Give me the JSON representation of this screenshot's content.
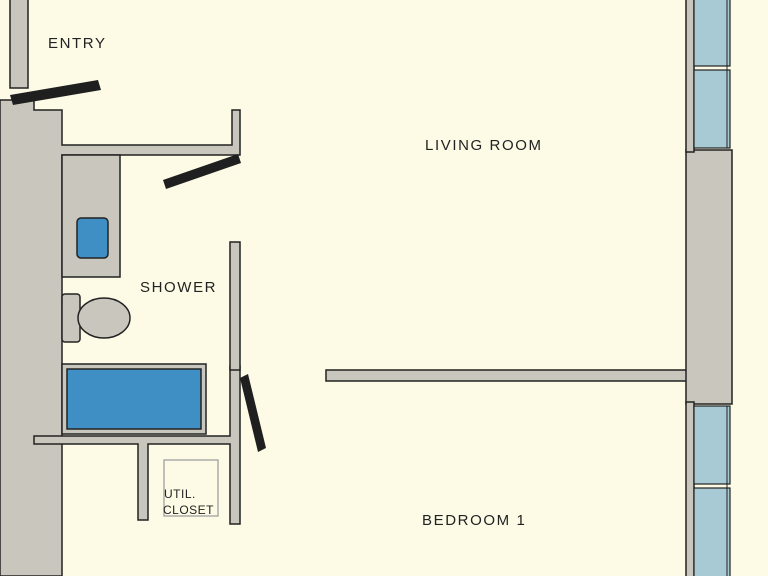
{
  "rooms": {
    "entry": "ENTRY",
    "living_room": "LIVING ROOM",
    "shower": "SHOWER",
    "util_closet_line1": "UTIL.",
    "util_closet_line2": "CLOSET",
    "bedroom": "BEDROOM 1"
  },
  "colors": {
    "floor": "#fdfbe6",
    "wall": "#c9c7bd",
    "fixture_blue": "#3f8fc4",
    "window_glass": "#a8cad4",
    "door": "#1f1f1f"
  }
}
